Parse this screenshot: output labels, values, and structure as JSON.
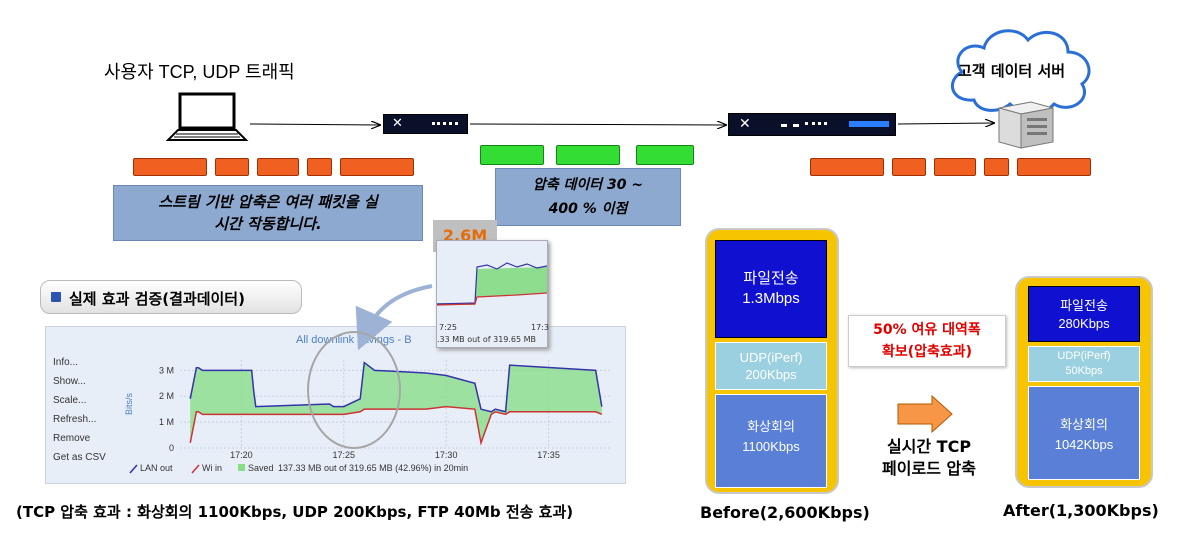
{
  "top": {
    "source_label": "사용자 TCP, UDP 트래픽",
    "server_label": "고객 데이터 서버",
    "callout_left": [
      "스트림 기반 압축은 여러 패킷을 실",
      "시간 작동합니다."
    ],
    "callout_mid": [
      "압축 데이터 30 ~",
      "400 % 이점"
    ]
  },
  "result": {
    "heading": "실제 효과 검증(결과데이터)",
    "chart_title": "All downlink savings - B",
    "zoom_value": "2.6M",
    "zoom_ticks": [
      "7:25",
      "17:3"
    ],
    "zoom_footer": ".33 MB   out of 319.65 MB",
    "menu": [
      "Info...",
      "Show...",
      "Scale...",
      "Refresh...",
      "Remove",
      "Get as CSV"
    ],
    "caption": "(TCP 압축 효과 : 화상회의 1100Kbps, UDP 200Kbps, FTP 40Mb 전송 효과)"
  },
  "chart_data": {
    "type": "area",
    "title": "All downlink savings - B",
    "ylabel": "Bits/s",
    "yticks": [
      "0",
      "1 M",
      "2 M",
      "3 M"
    ],
    "ylim": [
      0,
      3.4
    ],
    "xticks": [
      "17:20",
      "17:25",
      "17:30",
      "17:35"
    ],
    "x_minutes": [
      17.5,
      17.8,
      17.9,
      18.1,
      20.5,
      20.6,
      20.7,
      24.3,
      24.5,
      25.0,
      25.8,
      26.0,
      26.5,
      29.0,
      30.0,
      31.4,
      31.7,
      32.2,
      32.4,
      32.9,
      33.1,
      37.3,
      37.6
    ],
    "wan_out": [
      1.9,
      3.1,
      3.1,
      3.0,
      3.0,
      2.2,
      1.6,
      1.7,
      1.6,
      1.6,
      1.9,
      3.3,
      3.0,
      2.9,
      2.8,
      2.5,
      1.5,
      1.4,
      1.5,
      1.4,
      3.2,
      3.0,
      1.6
    ],
    "wan_in": [
      0.2,
      1.4,
      1.4,
      1.3,
      1.3,
      1.3,
      1.3,
      1.3,
      1.3,
      1.3,
      1.4,
      1.5,
      1.5,
      1.5,
      1.6,
      1.5,
      0.2,
      1.3,
      1.4,
      1.3,
      1.4,
      1.4,
      1.3
    ],
    "legend": [
      "LAN out",
      "Wi in",
      "Saved"
    ],
    "legend_colors": [
      "#3333aa",
      "#cc3333",
      "#88dd88"
    ],
    "saved_summary": "137.33 MB   out of 319.65 MB   (42.96%)   in 20min"
  },
  "before": {
    "label": "Before(2,600Kbps)",
    "blocks": [
      {
        "line1": "파일전송",
        "line2": "1.3Mbps"
      },
      {
        "line1": "UDP(iPerf)",
        "line2": "200Kbps"
      },
      {
        "line1": "화상회의",
        "line2": "1100Kbps"
      }
    ]
  },
  "after": {
    "label": "After(1,300Kbps)",
    "blocks": [
      {
        "line1": "파일전송",
        "line2": "280Kbps"
      },
      {
        "line1": "UDP(iPerf)",
        "line2": "50Kbps"
      },
      {
        "line1": "화상회의",
        "line2": "1042Kbps"
      }
    ]
  },
  "middle": {
    "margin_box": [
      "50% 여유 대역폭",
      "확보(압축효과)"
    ],
    "arrow_caption": [
      "실시간 TCP",
      "페이로드 압축"
    ]
  },
  "colors": {
    "orange_packet": "#f06020",
    "green_packet": "#33dd33",
    "callout": "#8ea9cf",
    "stack_gold": "#f6c400",
    "block_dark_blue": "#1010d0",
    "block_light_blue": "#9bd0e0",
    "block_mid_blue": "#5a7fd6",
    "highlight_red": "#e00000"
  }
}
